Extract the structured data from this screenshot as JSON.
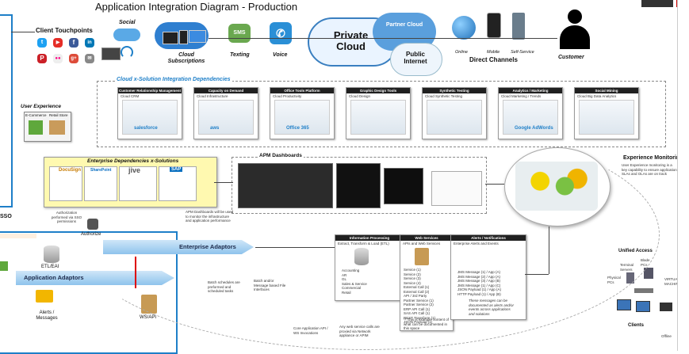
{
  "title": "Application Integration Diagram - Production",
  "touchpoints": {
    "heading": "Client Touchpoints",
    "social": "Social",
    "cloud_subscriptions": "Cloud Subscriptions",
    "texting": "Texting",
    "sms": "SMS",
    "voice": "Voice",
    "private_cloud": "Private Cloud",
    "partner_cloud": "Partner Cloud",
    "public_internet": "Public Internet",
    "online": "Online",
    "mobile": "Mobile",
    "self_service": "Self-Service",
    "direct_channels": "Direct Channels",
    "customer": "Customer"
  },
  "cloud_section": {
    "heading": "Cloud x-Solution Integration Dependencies",
    "panels": [
      {
        "title": "Customer Relationship Management",
        "sub": "Cloud CRM",
        "brand": "salesforce"
      },
      {
        "title": "Capacity on Demand",
        "sub": "Cloud Infrastructure",
        "brand": "aws"
      },
      {
        "title": "Office Tools Platform",
        "sub": "Cloud Productivity",
        "brand": "Office 365"
      },
      {
        "title": "Graphic Design Tools",
        "sub": "Cloud Design",
        "brand": ""
      },
      {
        "title": "Synthetic Testing",
        "sub": "Cloud Synthetic Testing",
        "brand": ""
      },
      {
        "title": "Analytics / Marketing",
        "sub": "Cloud Marketing / Trends",
        "brand": "Google AdWords"
      },
      {
        "title": "Social Mining",
        "sub": "Cloud Big Data Analytics",
        "brand": ""
      }
    ]
  },
  "user_experience": {
    "label": "User Experience",
    "ecommerce": "E-Commerce",
    "retail": "Retail Store"
  },
  "enterprise": {
    "heading": "Enterprise Dependencies x-Solutions",
    "brands": [
      "DocuSign",
      "SharePoint",
      "jive",
      "SAP"
    ]
  },
  "apm": {
    "heading": "APM Dashboards",
    "note": "APM Dashboards will be used to monitor the infrastructure and application performance"
  },
  "experience_monitoring": {
    "heading": "Experience Monitoring",
    "note": "User Experience monitoring is a key capability to ensure application SLAs and OLAs are on track"
  },
  "left": {
    "sso": "SSO",
    "auth_note": "Authorization performed via SSO permissions",
    "authorize": "Authorize",
    "etl": "ETL/EAI",
    "app_adaptors": "Application Adaptors",
    "alerts": "Alerts / Messages",
    "ws_api": "WS/API",
    "batch_note": "Batch schedules are preformed and scheduled tasks",
    "message_note": "Batch and/or Message based File Interfaces",
    "core_note": "Core Application API / WS Invocations",
    "any_ws_note": "Any web service calls are proxied via Network appliance or APIM"
  },
  "enterprise_adaptors": "Enterprise Adaptors",
  "info_processing": {
    "title": "Information Processing",
    "sub": "Extract, Transform & Load (ETL)",
    "items": [
      "Accounting",
      "AR",
      "GL",
      "Sales & Service",
      "Commercial",
      "Retail"
    ]
  },
  "web_services": {
    "title": "Web Services",
    "sub": "APIs and Web Services",
    "items": [
      "Service (1)",
      "Service (2)",
      "Service (3)",
      "Service (4)",
      "External Call (1)",
      "External Call (2)",
      "API / 3rd Party",
      "Partner Service (1)",
      "Partner Service (2)",
      "ERP API Call (1)",
      "SAS API Call (1)",
      "REST Transform (1)",
      "JSON Payload (1)"
    ],
    "note": "** This is example content of what can be documented in this space"
  },
  "alerts_panel": {
    "title": "Alerts / Notifications",
    "sub": "Enterprise Alerts and Events",
    "items": [
      "JMS Message (1) / App (A)",
      "JMS Message (2) / App (A)",
      "JMS Message (3) / App (B)",
      "JMS Message (1) / App (C)",
      "JSON Payload (1) / App (A)",
      "HTTP Payload (1) / App (B)"
    ],
    "note": "These messages can be documented as alerts and/or events across applications and solutions"
  },
  "unified": {
    "heading": "Unified Access",
    "terminal": "Terminal Servers",
    "blade": "Blade PCs",
    "physical": "Physical PCs",
    "vm": "VIRTUAL MACHINES",
    "clients": "Clients",
    "offline": "Offline"
  },
  "colors": {
    "blue": "#1e7fc8",
    "yellow": "#fff9b0",
    "green": "#5fa83c"
  }
}
